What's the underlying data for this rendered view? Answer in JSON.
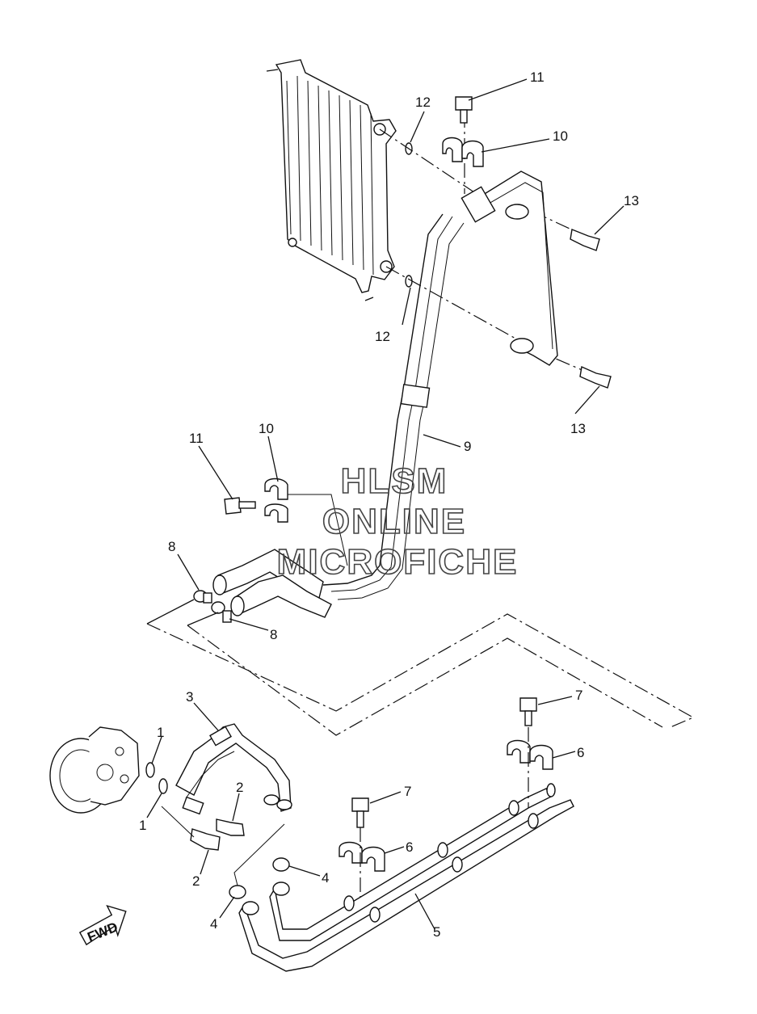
{
  "watermark": {
    "line1": "HLSM",
    "line2": "ONLINE",
    "line3": "MICROFICHE"
  },
  "fwd_label": "FWD",
  "callouts": {
    "c1a": "1",
    "c1b": "1",
    "c2a": "2",
    "c2b": "2",
    "c3": "3",
    "c4a": "4",
    "c4b": "4",
    "c5": "5",
    "c6a": "6",
    "c6b": "6",
    "c7a": "7",
    "c7b": "7",
    "c8a": "8",
    "c8b": "8",
    "c9": "9",
    "c10a": "10",
    "c10b": "10",
    "c11a": "11",
    "c11b": "11",
    "c12a": "12",
    "c12b": "12",
    "c13a": "13",
    "c13b": "13"
  }
}
